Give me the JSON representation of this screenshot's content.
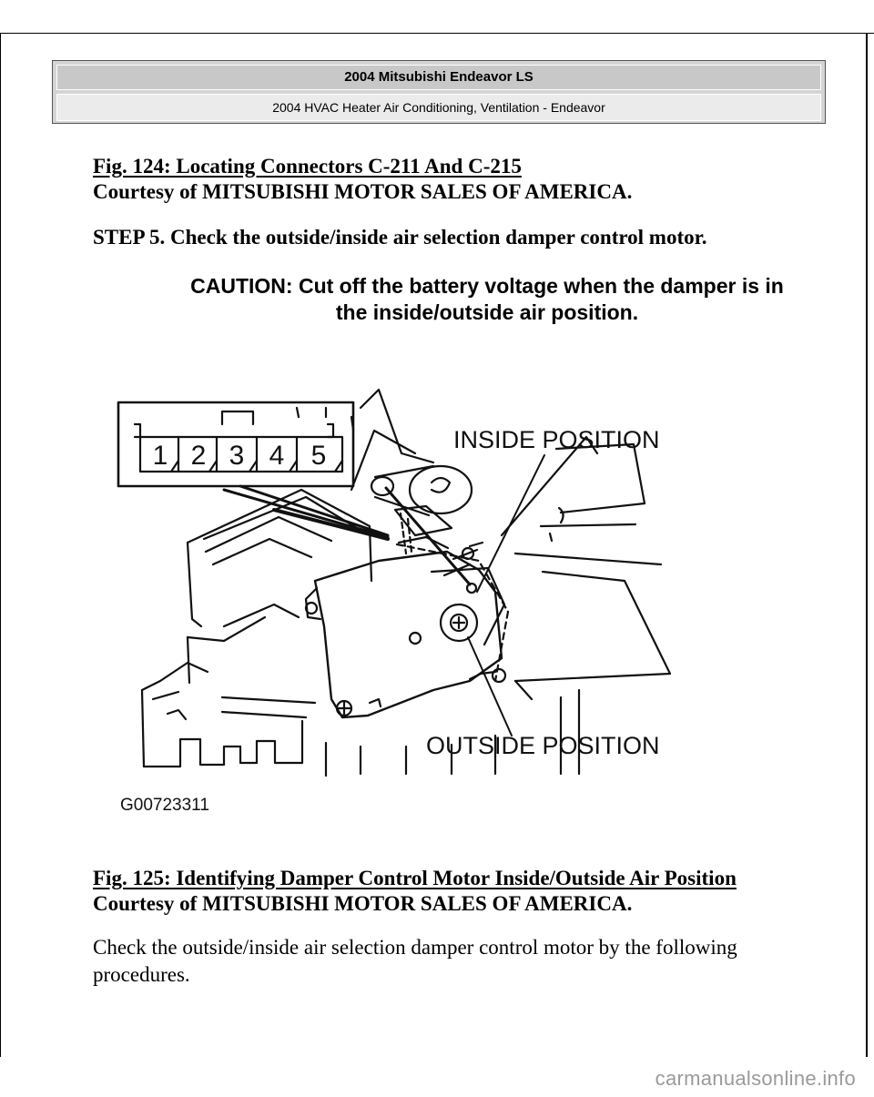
{
  "header": {
    "title": "2004 Mitsubishi Endeavor LS",
    "subtitle": "2004 HVAC Heater Air Conditioning, Ventilation - Endeavor"
  },
  "fig124": {
    "title": "Fig. 124: Locating Connectors C-211 And C-215",
    "courtesy": "Courtesy of MITSUBISHI MOTOR SALES OF AMERICA."
  },
  "step5": "STEP 5. Check the outside/inside air selection damper control motor.",
  "caution": {
    "line1": "CAUTION: Cut off the battery voltage when the damper is in",
    "line2": "the inside/outside air position."
  },
  "diagram": {
    "connector_pins": [
      "1",
      "2",
      "3",
      "4",
      "5"
    ],
    "label_inside": "INSIDE POSITION",
    "label_outside": "OUTSIDE POSITION",
    "code": "G00723311"
  },
  "fig125": {
    "title": "Fig. 125: Identifying Damper Control Motor Inside/Outside Air Position",
    "courtesy": "Courtesy of MITSUBISHI MOTOR SALES OF AMERICA."
  },
  "body": "Check the outside/inside air selection damper control motor by the following procedures.",
  "footer": "carmanualsonline.info"
}
